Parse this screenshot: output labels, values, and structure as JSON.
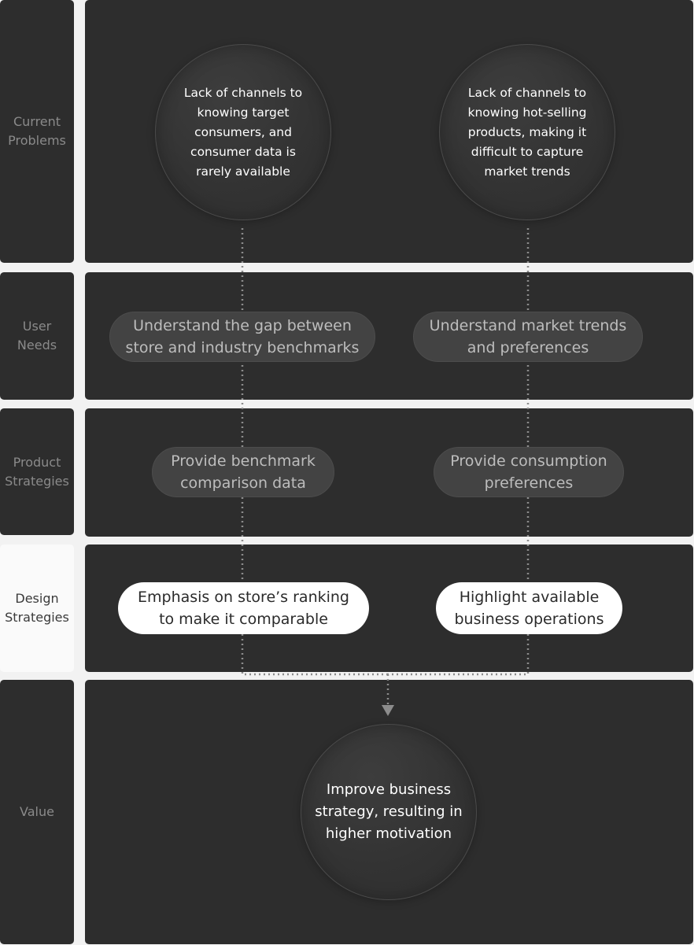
{
  "rows": {
    "current_problems": {
      "label": "Current\nProblems"
    },
    "user_needs": {
      "label": "User\nNeeds"
    },
    "product_strategies": {
      "label": "Product\nStrategies"
    },
    "design_strategies": {
      "label": "Design\nStrategies"
    },
    "value": {
      "label": "Value"
    }
  },
  "problems": {
    "left": "Lack of channels to\nknowing target\nconsumers, and\nconsumer data is\nrarely available",
    "right": "Lack of channels to\nknowing hot-selling\nproducts, making it\ndifficult to capture\nmarket trends"
  },
  "needs": {
    "left": "Understand the gap between\nstore and industry benchmarks",
    "right": "Understand market trends\nand preferences"
  },
  "product": {
    "left": "Provide benchmark\ncomparison data",
    "right": "Provide consumption\npreferences"
  },
  "design": {
    "left": "Emphasis on store’s ranking\nto make it comparable",
    "right": "Highlight available\nbusiness operations"
  },
  "value": {
    "center": "Improve business\nstrategy, resulting in\nhigher motivation"
  },
  "colors": {
    "panel": "#2d2d2d",
    "accent_light_label": "#fafafa",
    "connector": "#8c8c8c"
  }
}
